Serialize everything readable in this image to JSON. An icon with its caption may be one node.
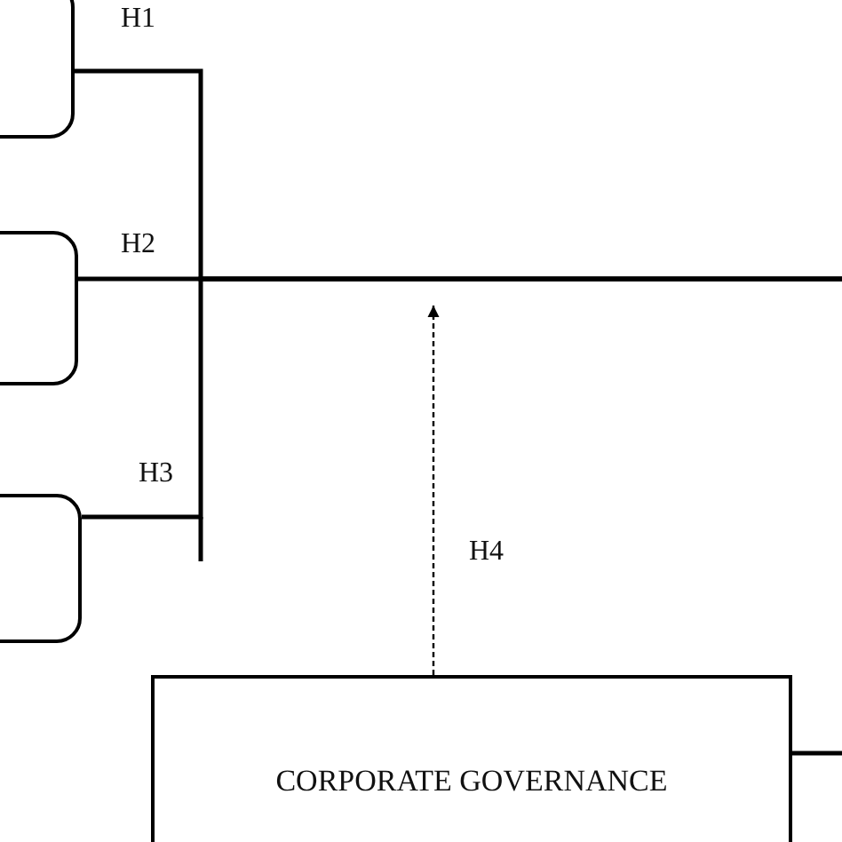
{
  "diagram": {
    "nodes": [
      {
        "text": [],
        "shape": "box"
      },
      {
        "text": [],
        "shape": "box"
      },
      {
        "text": [],
        "shape": "box"
      },
      {
        "text": [
          "CORPORATE GOVERNANCE"
        ]
      }
    ],
    "edges": [
      {
        "from": 0,
        "to": null,
        "arrow": "none",
        "label": "H1"
      },
      {
        "from": 1,
        "to": null,
        "arrow": "none",
        "label": "H2"
      },
      {
        "from": 2,
        "to": null,
        "arrow": "none",
        "label": "H3"
      },
      {
        "from": 3,
        "to": null,
        "arrow": "to",
        "label": "H4",
        "style": "dashed"
      },
      {
        "from": 3,
        "to": null,
        "arrow": "none"
      }
    ]
  }
}
